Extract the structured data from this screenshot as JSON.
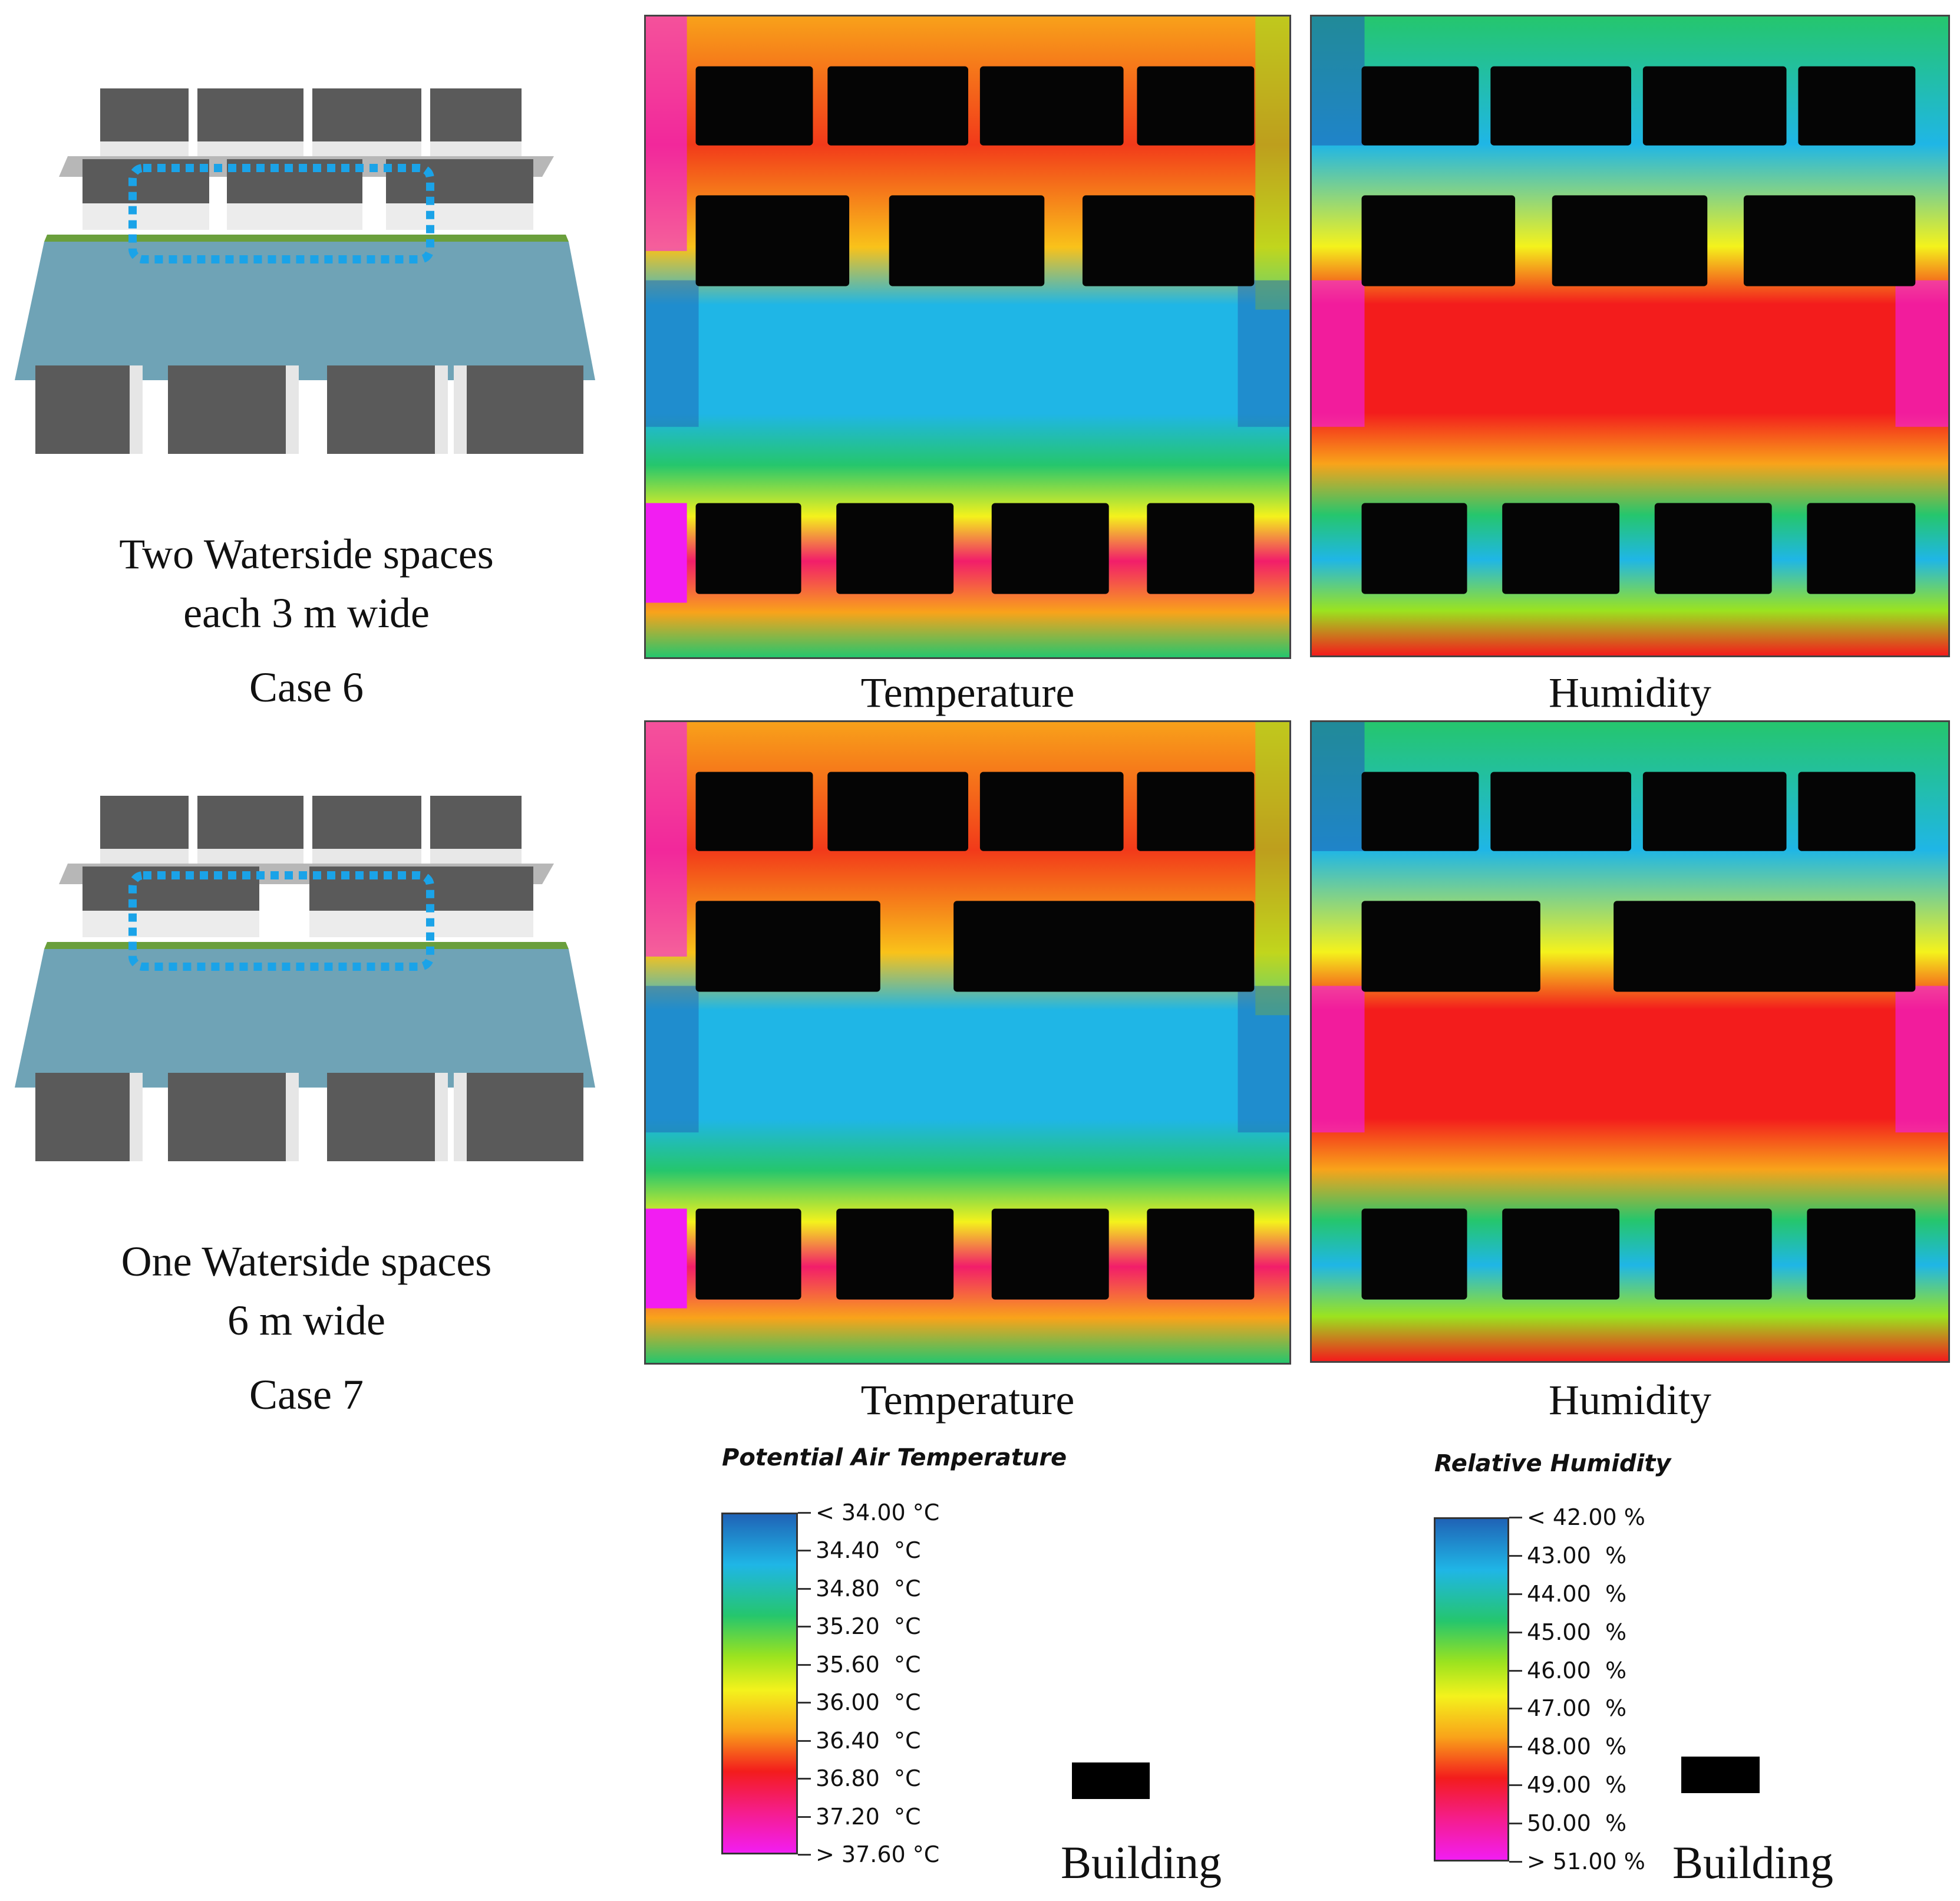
{
  "colors": {
    "building": "#050505",
    "water": "#6fa3b6",
    "roof": "#595959",
    "wall": "#e9e9e9",
    "bank": "#6a9f3c",
    "dotted_outline": "#1aa3e8",
    "legend_temperature": [
      "#1f63b6",
      "#1fb6e6",
      "#25c66d",
      "#9be31f",
      "#f4f21c",
      "#f9a31a",
      "#f31c1c",
      "#f51d8c",
      "#f21df2"
    ],
    "legend_humidity": [
      "#1f63b6",
      "#1fb6e6",
      "#25c66d",
      "#9be31f",
      "#f4f21c",
      "#f9a31a",
      "#f31c1c",
      "#f51d8c",
      "#f21df2"
    ]
  },
  "case6": {
    "description_line1": "Two Waterside spaces",
    "description_line2": "each 3 m wide",
    "label": "Case 6",
    "temperature_caption": "Temperature",
    "humidity_caption": "Humidity"
  },
  "case7": {
    "description_line1": "One Waterside spaces",
    "description_line2": "6 m wide",
    "label": "Case 7",
    "temperature_caption": "Temperature",
    "humidity_caption": "Humidity"
  },
  "legend_temperature": {
    "title": "Potential Air Temperature",
    "ticks": [
      "< 34.00 °C",
      "34.40  °C",
      "34.80  °C",
      "35.20  °C",
      "35.60  °C",
      "36.00  °C",
      "36.40  °C",
      "36.80  °C",
      "37.20  °C",
      "> 37.60 °C"
    ]
  },
  "legend_humidity": {
    "title": "Relative Humidity",
    "ticks": [
      "< 42.00 %",
      "43.00  %",
      "44.00  %",
      "45.00  %",
      "46.00  %",
      "47.00  %",
      "48.00  %",
      "49.00  %",
      "50.00  %",
      "> 51.00 %"
    ]
  },
  "building_legend_temp": {
    "label": "Building"
  },
  "building_legend_humidity": {
    "label": "Building"
  }
}
